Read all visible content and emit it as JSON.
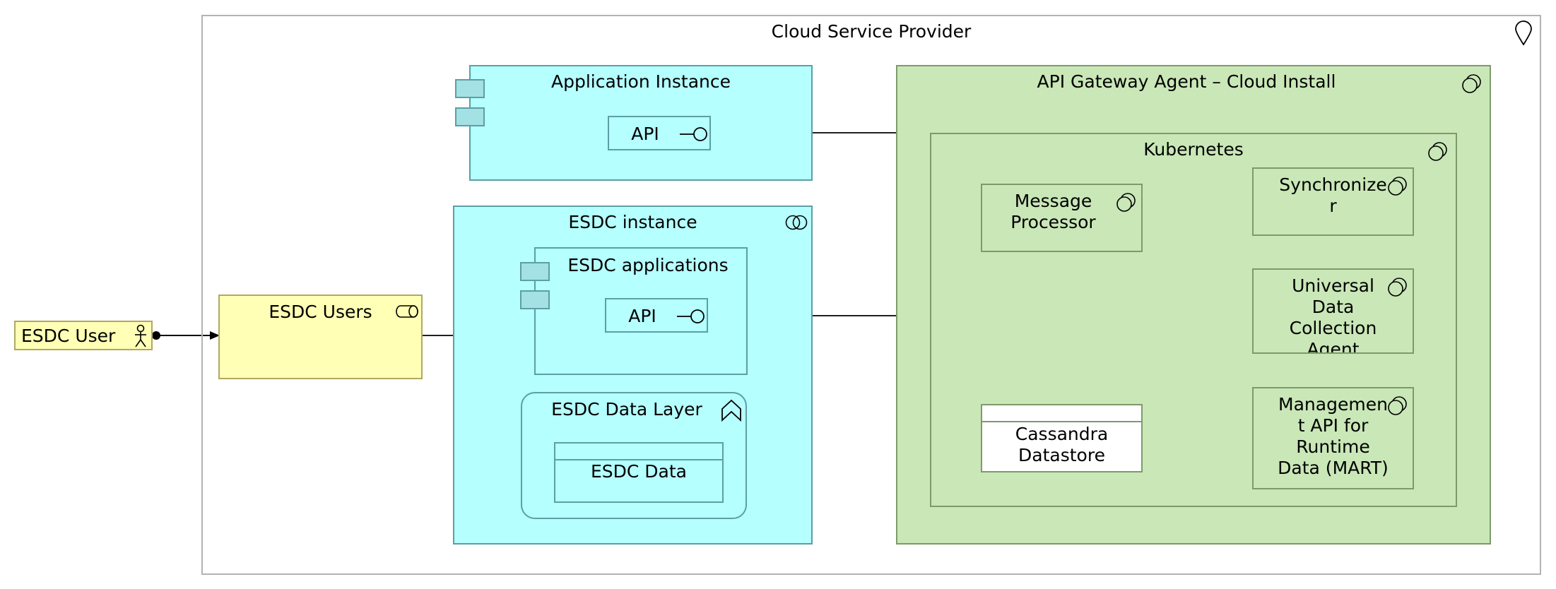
{
  "diagram": {
    "cloud_service_provider": {
      "label": "Cloud Service Provider",
      "icon": "location-icon"
    },
    "esdc_user": {
      "label": "ESDC User",
      "icon": "actor-icon"
    },
    "esdc_users": {
      "label": "ESDC Users",
      "icon": "role-icon"
    },
    "application_instance": {
      "label": "Application Instance",
      "icon": "component-icon",
      "api": {
        "label": "API",
        "icon": "interface-icon"
      }
    },
    "esdc_instance": {
      "label": "ESDC instance",
      "icon": "collaboration-icon",
      "applications": {
        "label": "ESDC applications",
        "icon": "component-icon",
        "api": {
          "label": "API",
          "icon": "interface-icon"
        }
      },
      "data_layer": {
        "label": "ESDC Data Layer",
        "icon": "function-icon",
        "data": {
          "label": "ESDC Data"
        }
      }
    },
    "api_gateway": {
      "label": "API Gateway Agent – Cloud Install",
      "icon": "system-software-icon",
      "kubernetes": {
        "label": "Kubernetes",
        "icon": "system-software-icon",
        "message_processor": {
          "label": "Message\nProcessor",
          "icon": "system-software-icon"
        },
        "synchronizer": {
          "label": "Synchronize\nr",
          "icon": "system-software-icon"
        },
        "udca": {
          "label": "Universal\nData\nCollection\nAgent",
          "icon": "system-software-icon"
        },
        "cassandra": {
          "label": "Cassandra\nDatastore"
        },
        "mart": {
          "label": "Managemen\nt API for\nRuntime\nData (MART)",
          "icon": "system-software-icon"
        }
      }
    },
    "colors": {
      "cloud_border": "#b3b3b3",
      "application_fill": "#b5ffff",
      "application_border": "#5c9fa5",
      "technology_fill": "#c9e7b7",
      "technology_border": "#7c9b6a",
      "business_fill": "#ffffb5",
      "business_border": "#b0a95f"
    }
  }
}
